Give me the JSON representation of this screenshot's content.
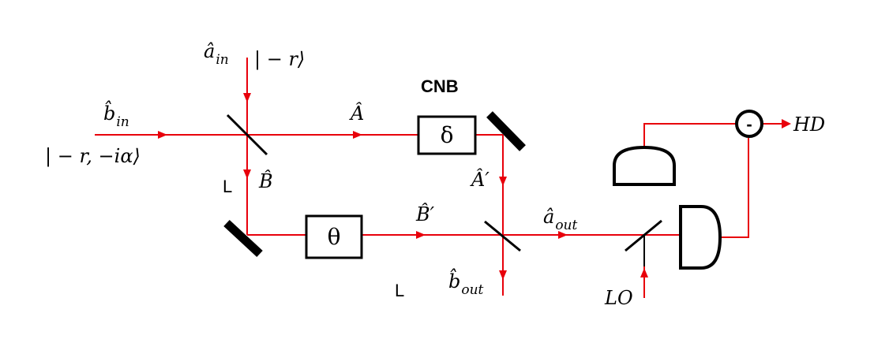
{
  "colors": {
    "beam": "#e8000b",
    "optic": "#000000"
  },
  "labels": {
    "a_in": {
      "base": "â",
      "sub": "in"
    },
    "a_in_state": "| − r⟩",
    "b_in": {
      "base": "b̂",
      "sub": "in"
    },
    "b_in_state": "| − r, −iα⟩",
    "A": "Â",
    "B": "B̂",
    "L_top": "L",
    "L_bottom": "L",
    "cnb": "CNB",
    "delta": "δ",
    "theta": "θ",
    "A_prime": "Â′",
    "B_prime": "B̂′",
    "a_out": {
      "base": "â",
      "sub": "out"
    },
    "b_out": {
      "base": "b̂",
      "sub": "out"
    },
    "LO": "LO",
    "minus": "-",
    "HD": "HD"
  }
}
